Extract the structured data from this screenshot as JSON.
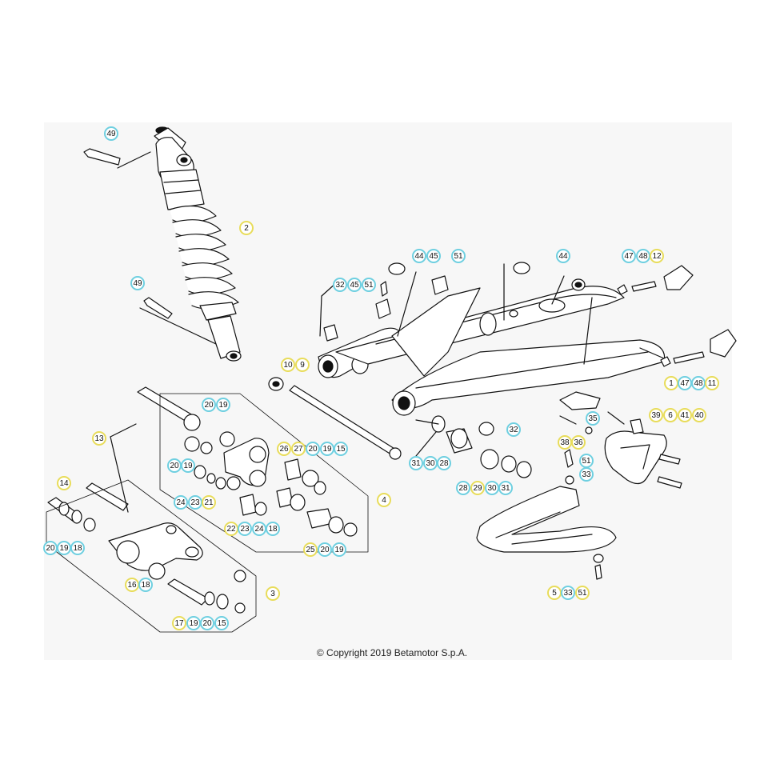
{
  "copyright": "© Copyright 2019 Betamotor S.p.A.",
  "colors": {
    "part_ring": "#6ecfe0",
    "assembly_ring": "#e8dc5a",
    "line": "#111111",
    "background": "#f7f7f7"
  },
  "callouts": [
    {
      "n": "49",
      "kind": "part"
    },
    {
      "n": "2",
      "kind": "assembly"
    },
    {
      "n": "49",
      "kind": "part"
    },
    {
      "n": "44",
      "kind": "part"
    },
    {
      "n": "45",
      "kind": "part"
    },
    {
      "n": "51",
      "kind": "part"
    },
    {
      "n": "32",
      "kind": "part"
    },
    {
      "n": "45",
      "kind": "part"
    },
    {
      "n": "51",
      "kind": "part"
    },
    {
      "n": "44",
      "kind": "part"
    },
    {
      "n": "47",
      "kind": "part"
    },
    {
      "n": "48",
      "kind": "part"
    },
    {
      "n": "12",
      "kind": "assembly"
    },
    {
      "n": "10",
      "kind": "assembly"
    },
    {
      "n": "9",
      "kind": "assembly"
    },
    {
      "n": "1",
      "kind": "assembly"
    },
    {
      "n": "47",
      "kind": "part"
    },
    {
      "n": "48",
      "kind": "part"
    },
    {
      "n": "11",
      "kind": "assembly"
    },
    {
      "n": "20",
      "kind": "part"
    },
    {
      "n": "19",
      "kind": "part"
    },
    {
      "n": "35",
      "kind": "part"
    },
    {
      "n": "32",
      "kind": "part"
    },
    {
      "n": "39",
      "kind": "assembly"
    },
    {
      "n": "6",
      "kind": "assembly"
    },
    {
      "n": "41",
      "kind": "assembly"
    },
    {
      "n": "40",
      "kind": "assembly"
    },
    {
      "n": "13",
      "kind": "assembly"
    },
    {
      "n": "26",
      "kind": "assembly"
    },
    {
      "n": "27",
      "kind": "assembly"
    },
    {
      "n": "20",
      "kind": "part"
    },
    {
      "n": "19",
      "kind": "part"
    },
    {
      "n": "15",
      "kind": "part"
    },
    {
      "n": "38",
      "kind": "assembly"
    },
    {
      "n": "36",
      "kind": "assembly"
    },
    {
      "n": "20",
      "kind": "part"
    },
    {
      "n": "19",
      "kind": "part"
    },
    {
      "n": "31",
      "kind": "part"
    },
    {
      "n": "30",
      "kind": "part"
    },
    {
      "n": "28",
      "kind": "part"
    },
    {
      "n": "51",
      "kind": "part"
    },
    {
      "n": "33",
      "kind": "part"
    },
    {
      "n": "14",
      "kind": "assembly"
    },
    {
      "n": "24",
      "kind": "part"
    },
    {
      "n": "23",
      "kind": "part"
    },
    {
      "n": "21",
      "kind": "assembly"
    },
    {
      "n": "28",
      "kind": "part"
    },
    {
      "n": "29",
      "kind": "assembly"
    },
    {
      "n": "30",
      "kind": "part"
    },
    {
      "n": "31",
      "kind": "part"
    },
    {
      "n": "4",
      "kind": "assembly"
    },
    {
      "n": "22",
      "kind": "assembly"
    },
    {
      "n": "23",
      "kind": "part"
    },
    {
      "n": "24",
      "kind": "part"
    },
    {
      "n": "18",
      "kind": "part"
    },
    {
      "n": "20",
      "kind": "part"
    },
    {
      "n": "19",
      "kind": "part"
    },
    {
      "n": "18",
      "kind": "part"
    },
    {
      "n": "25",
      "kind": "assembly"
    },
    {
      "n": "20",
      "kind": "part"
    },
    {
      "n": "19",
      "kind": "part"
    },
    {
      "n": "16",
      "kind": "assembly"
    },
    {
      "n": "18",
      "kind": "part"
    },
    {
      "n": "3",
      "kind": "assembly"
    },
    {
      "n": "5",
      "kind": "assembly"
    },
    {
      "n": "33",
      "kind": "part"
    },
    {
      "n": "51",
      "kind": "assembly"
    },
    {
      "n": "17",
      "kind": "assembly"
    },
    {
      "n": "19",
      "kind": "part"
    },
    {
      "n": "20",
      "kind": "part"
    },
    {
      "n": "15",
      "kind": "part"
    }
  ]
}
